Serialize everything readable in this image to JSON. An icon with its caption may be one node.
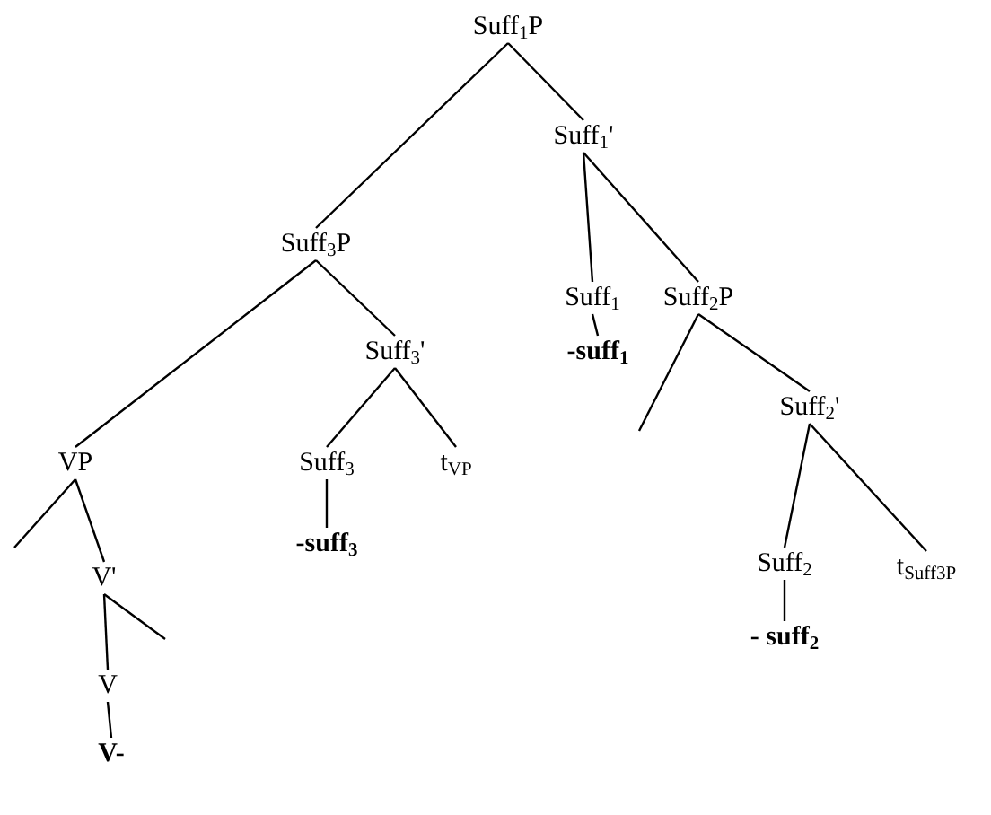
{
  "diagram": {
    "nodes": [
      {
        "text": [
          "Suff$_{1}$P"
        ]
      },
      {
        "text": [
          "Suff$_{1}$'"
        ]
      },
      {
        "text": [
          "Suff$_{3}$P"
        ]
      },
      {
        "text": [
          "Suff$_{1}$"
        ]
      },
      {
        "text": [
          "-suff$_{1}$"
        ]
      },
      {
        "text": [
          "Suff$_{2}$P"
        ]
      },
      {
        "text": [
          "Suff$_{3}$'"
        ]
      },
      {
        "text": [
          "Suff$_{2}$'"
        ]
      },
      {
        "text": [
          "VP"
        ]
      },
      {
        "text": [
          "Suff$_{3}$"
        ]
      },
      {
        "text": [
          "t$_{VP}$"
        ]
      },
      {
        "text": [
          "Suff$_{2}$"
        ]
      },
      {
        "text": [
          "t$_{Suff3P}$"
        ]
      },
      {
        "text": [
          "V'"
        ]
      },
      {
        "text": [
          "-suff$_{3}$"
        ]
      },
      {
        "text": [
          "- suff$_{2}$"
        ]
      },
      {
        "text": [
          "V"
        ]
      },
      {
        "text": [
          "V-"
        ]
      }
    ],
    "edges": [
      {
        "from": 0,
        "to": 2,
        "arrow": "none"
      },
      {
        "from": 0,
        "to": 1,
        "arrow": "none"
      },
      {
        "from": 1,
        "to": 3,
        "arrow": "none"
      },
      {
        "from": 1,
        "to": 5,
        "arrow": "none"
      },
      {
        "from": 2,
        "to": 8,
        "arrow": "none"
      },
      {
        "from": 2,
        "to": 6,
        "arrow": "none"
      },
      {
        "from": 3,
        "to": 4,
        "arrow": "none"
      },
      {
        "from": 5,
        "to": null,
        "arrow": "none"
      },
      {
        "from": 5,
        "to": 7,
        "arrow": "none"
      },
      {
        "from": 6,
        "to": 9,
        "arrow": "none"
      },
      {
        "from": 6,
        "to": 10,
        "arrow": "none"
      },
      {
        "from": 7,
        "to": 11,
        "arrow": "none"
      },
      {
        "from": 7,
        "to": 12,
        "arrow": "none"
      },
      {
        "from": 8,
        "to": null,
        "arrow": "none"
      },
      {
        "from": 8,
        "to": 13,
        "arrow": "none"
      },
      {
        "from": 9,
        "to": 14,
        "arrow": "none"
      },
      {
        "from": 11,
        "to": 15,
        "arrow": "none"
      },
      {
        "from": 13,
        "to": 16,
        "arrow": "none"
      },
      {
        "from": 13,
        "to": null,
        "arrow": "none"
      },
      {
        "from": 16,
        "to": 17,
        "arrow": "none"
      }
    ]
  }
}
